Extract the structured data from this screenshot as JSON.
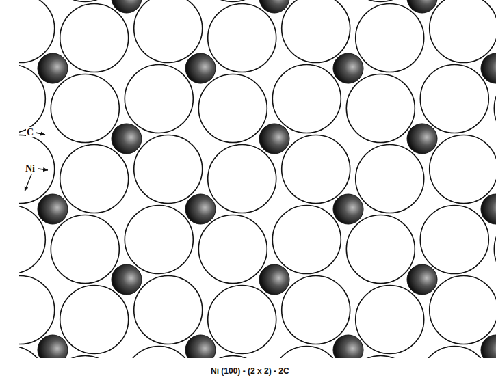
{
  "diagram": {
    "caption": "Ni (100) - (2 x 2) - 2C",
    "labels": [
      "C",
      "Ni"
    ]
  }
}
